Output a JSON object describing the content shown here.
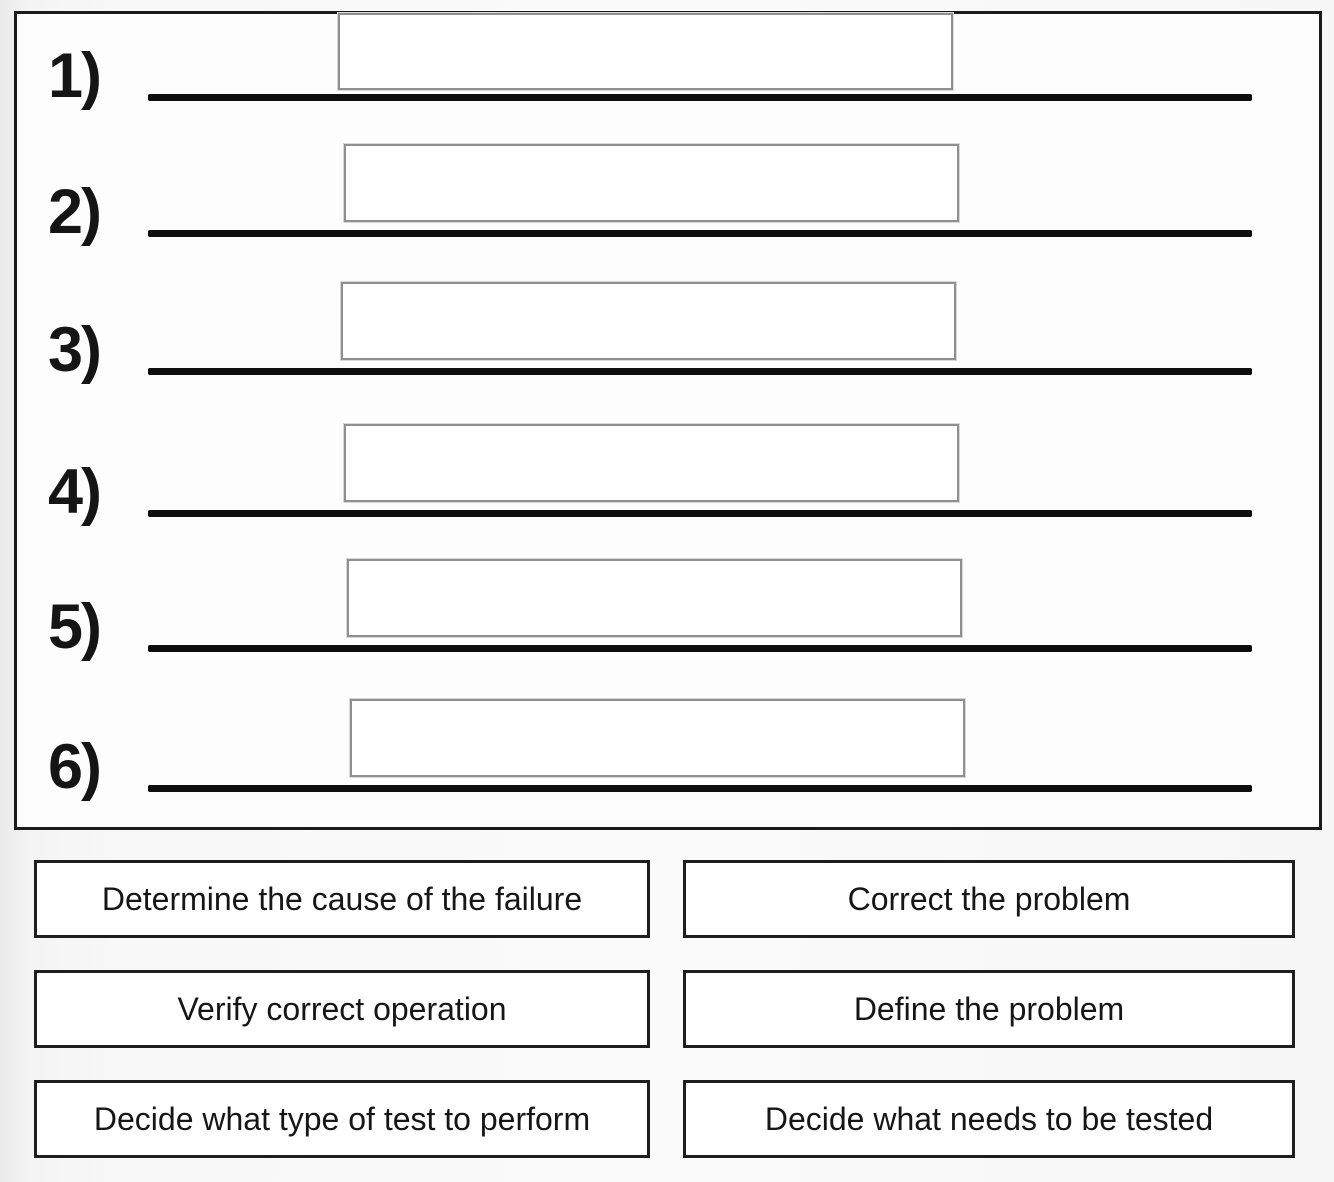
{
  "worksheet": {
    "rows": [
      {
        "label": "1)",
        "value": ""
      },
      {
        "label": "2)",
        "value": ""
      },
      {
        "label": "3)",
        "value": ""
      },
      {
        "label": "4)",
        "value": ""
      },
      {
        "label": "5)",
        "value": ""
      },
      {
        "label": "6)",
        "value": ""
      }
    ]
  },
  "options": [
    {
      "label": "Determine the cause of the failure"
    },
    {
      "label": "Correct the problem"
    },
    {
      "label": "Verify correct operation"
    },
    {
      "label": "Define the problem"
    },
    {
      "label": "Decide what type of test to perform"
    },
    {
      "label": "Decide what needs to be tested"
    }
  ],
  "colors": {
    "line": "#0e0e0e",
    "frame_border": "#1b1b1b",
    "drop_zone_border": "#8f8f8f",
    "option_border": "#1e1e1e",
    "text": "#1a1a1a",
    "background": "#f7f7f7"
  }
}
